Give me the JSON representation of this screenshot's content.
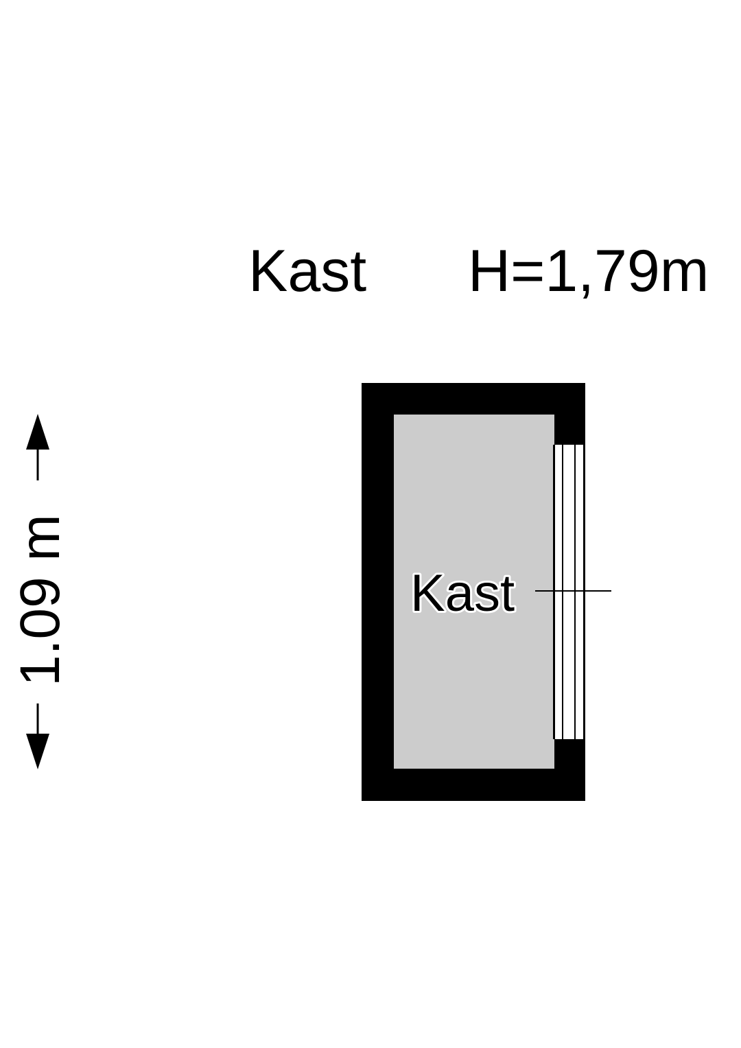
{
  "header": {
    "room_name": "Kast",
    "ceiling_height": "H=1,79m"
  },
  "plan": {
    "room_label": "Kast",
    "dimension_label": "1.09 m"
  },
  "colors": {
    "wall": "#000000",
    "floor": "#cccccc",
    "background": "#ffffff"
  }
}
